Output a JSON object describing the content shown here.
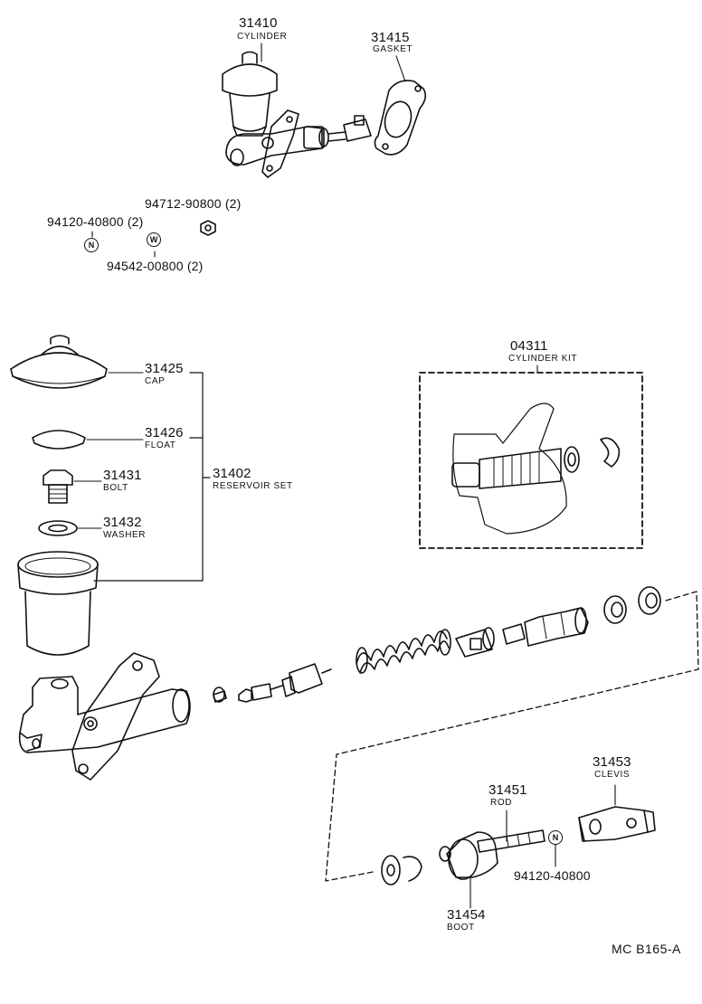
{
  "parts": {
    "p31410": {
      "number": "31410",
      "name": "CYLINDER"
    },
    "p31415": {
      "number": "31415",
      "name": "GASKET"
    },
    "p94712": {
      "number": "94712-90800 (2)"
    },
    "p94120a": {
      "number": "94120-40800 (2)",
      "symbol": "N"
    },
    "p94542": {
      "number": "94542-00800 (2)",
      "symbol": "W"
    },
    "p31425": {
      "number": "31425",
      "name": "CAP"
    },
    "p31426": {
      "number": "31426",
      "name": "FLOAT"
    },
    "p31431": {
      "number": "31431",
      "name": "BOLT"
    },
    "p31432": {
      "number": "31432",
      "name": "WASHER"
    },
    "p31402": {
      "number": "31402",
      "name": "RESERVOIR SET"
    },
    "p04311": {
      "number": "04311",
      "name": "CYLINDER KIT"
    },
    "p31453": {
      "number": "31453",
      "name": "CLEVIS"
    },
    "p31451": {
      "number": "31451",
      "name": "ROD"
    },
    "p94120b": {
      "number": "94120-40800",
      "symbol": "N"
    },
    "p31454": {
      "number": "31454",
      "name": "BOOT"
    }
  },
  "diagram_code": "MC  B165-A"
}
